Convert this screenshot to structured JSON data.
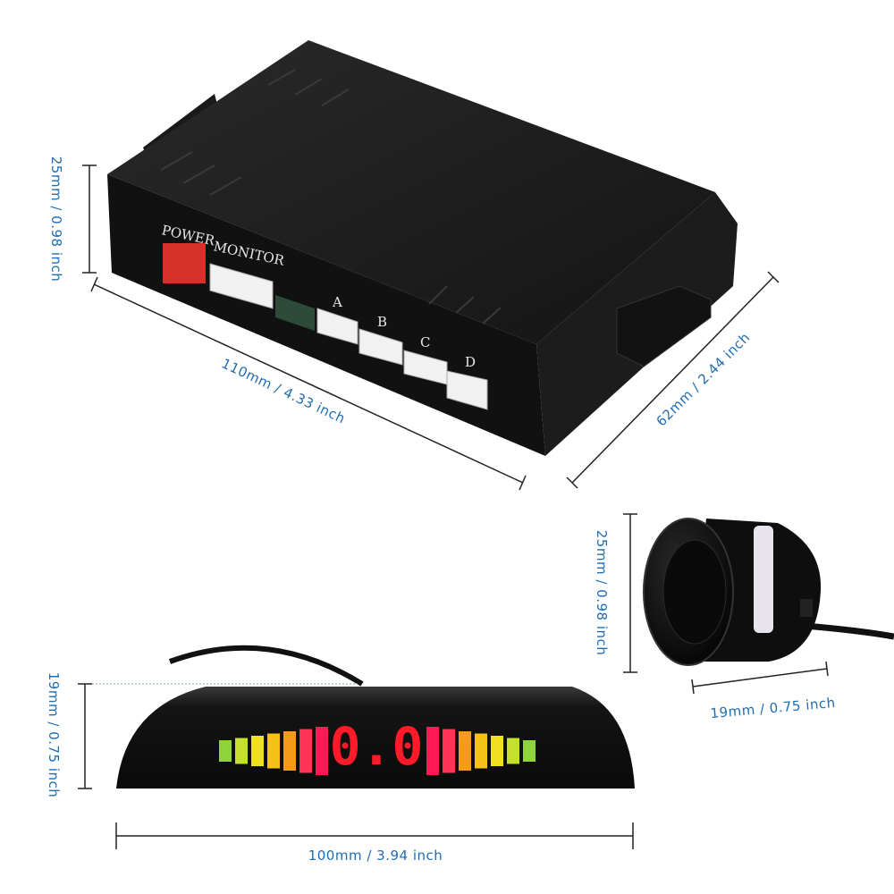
{
  "control_box": {
    "port_labels": {
      "power": "POWER",
      "monitor": "MONITOR",
      "a": "A",
      "b": "B",
      "c": "C",
      "d": "D"
    },
    "height_dimension": "25mm / 0.98 inch",
    "length_dimension": "110mm / 4.33 inch",
    "width_dimension": "62mm / 2.44 inch"
  },
  "sensor": {
    "height_dimension": "25mm / 0.98 inch",
    "width_dimension": "19mm / 0.75 inch"
  },
  "display": {
    "reading": "0.0",
    "height_dimension": "19mm / 0.75 inch",
    "length_dimension": "100mm / 3.94 inch",
    "bar_colors": [
      "#8fd43a",
      "#c6e030",
      "#f0e020",
      "#f5c218",
      "#f59a1a",
      "#ff3355",
      "#ff1a55"
    ]
  },
  "colors": {
    "dimension_text": "#1f6db3",
    "led_red": "#ff1a2a"
  }
}
